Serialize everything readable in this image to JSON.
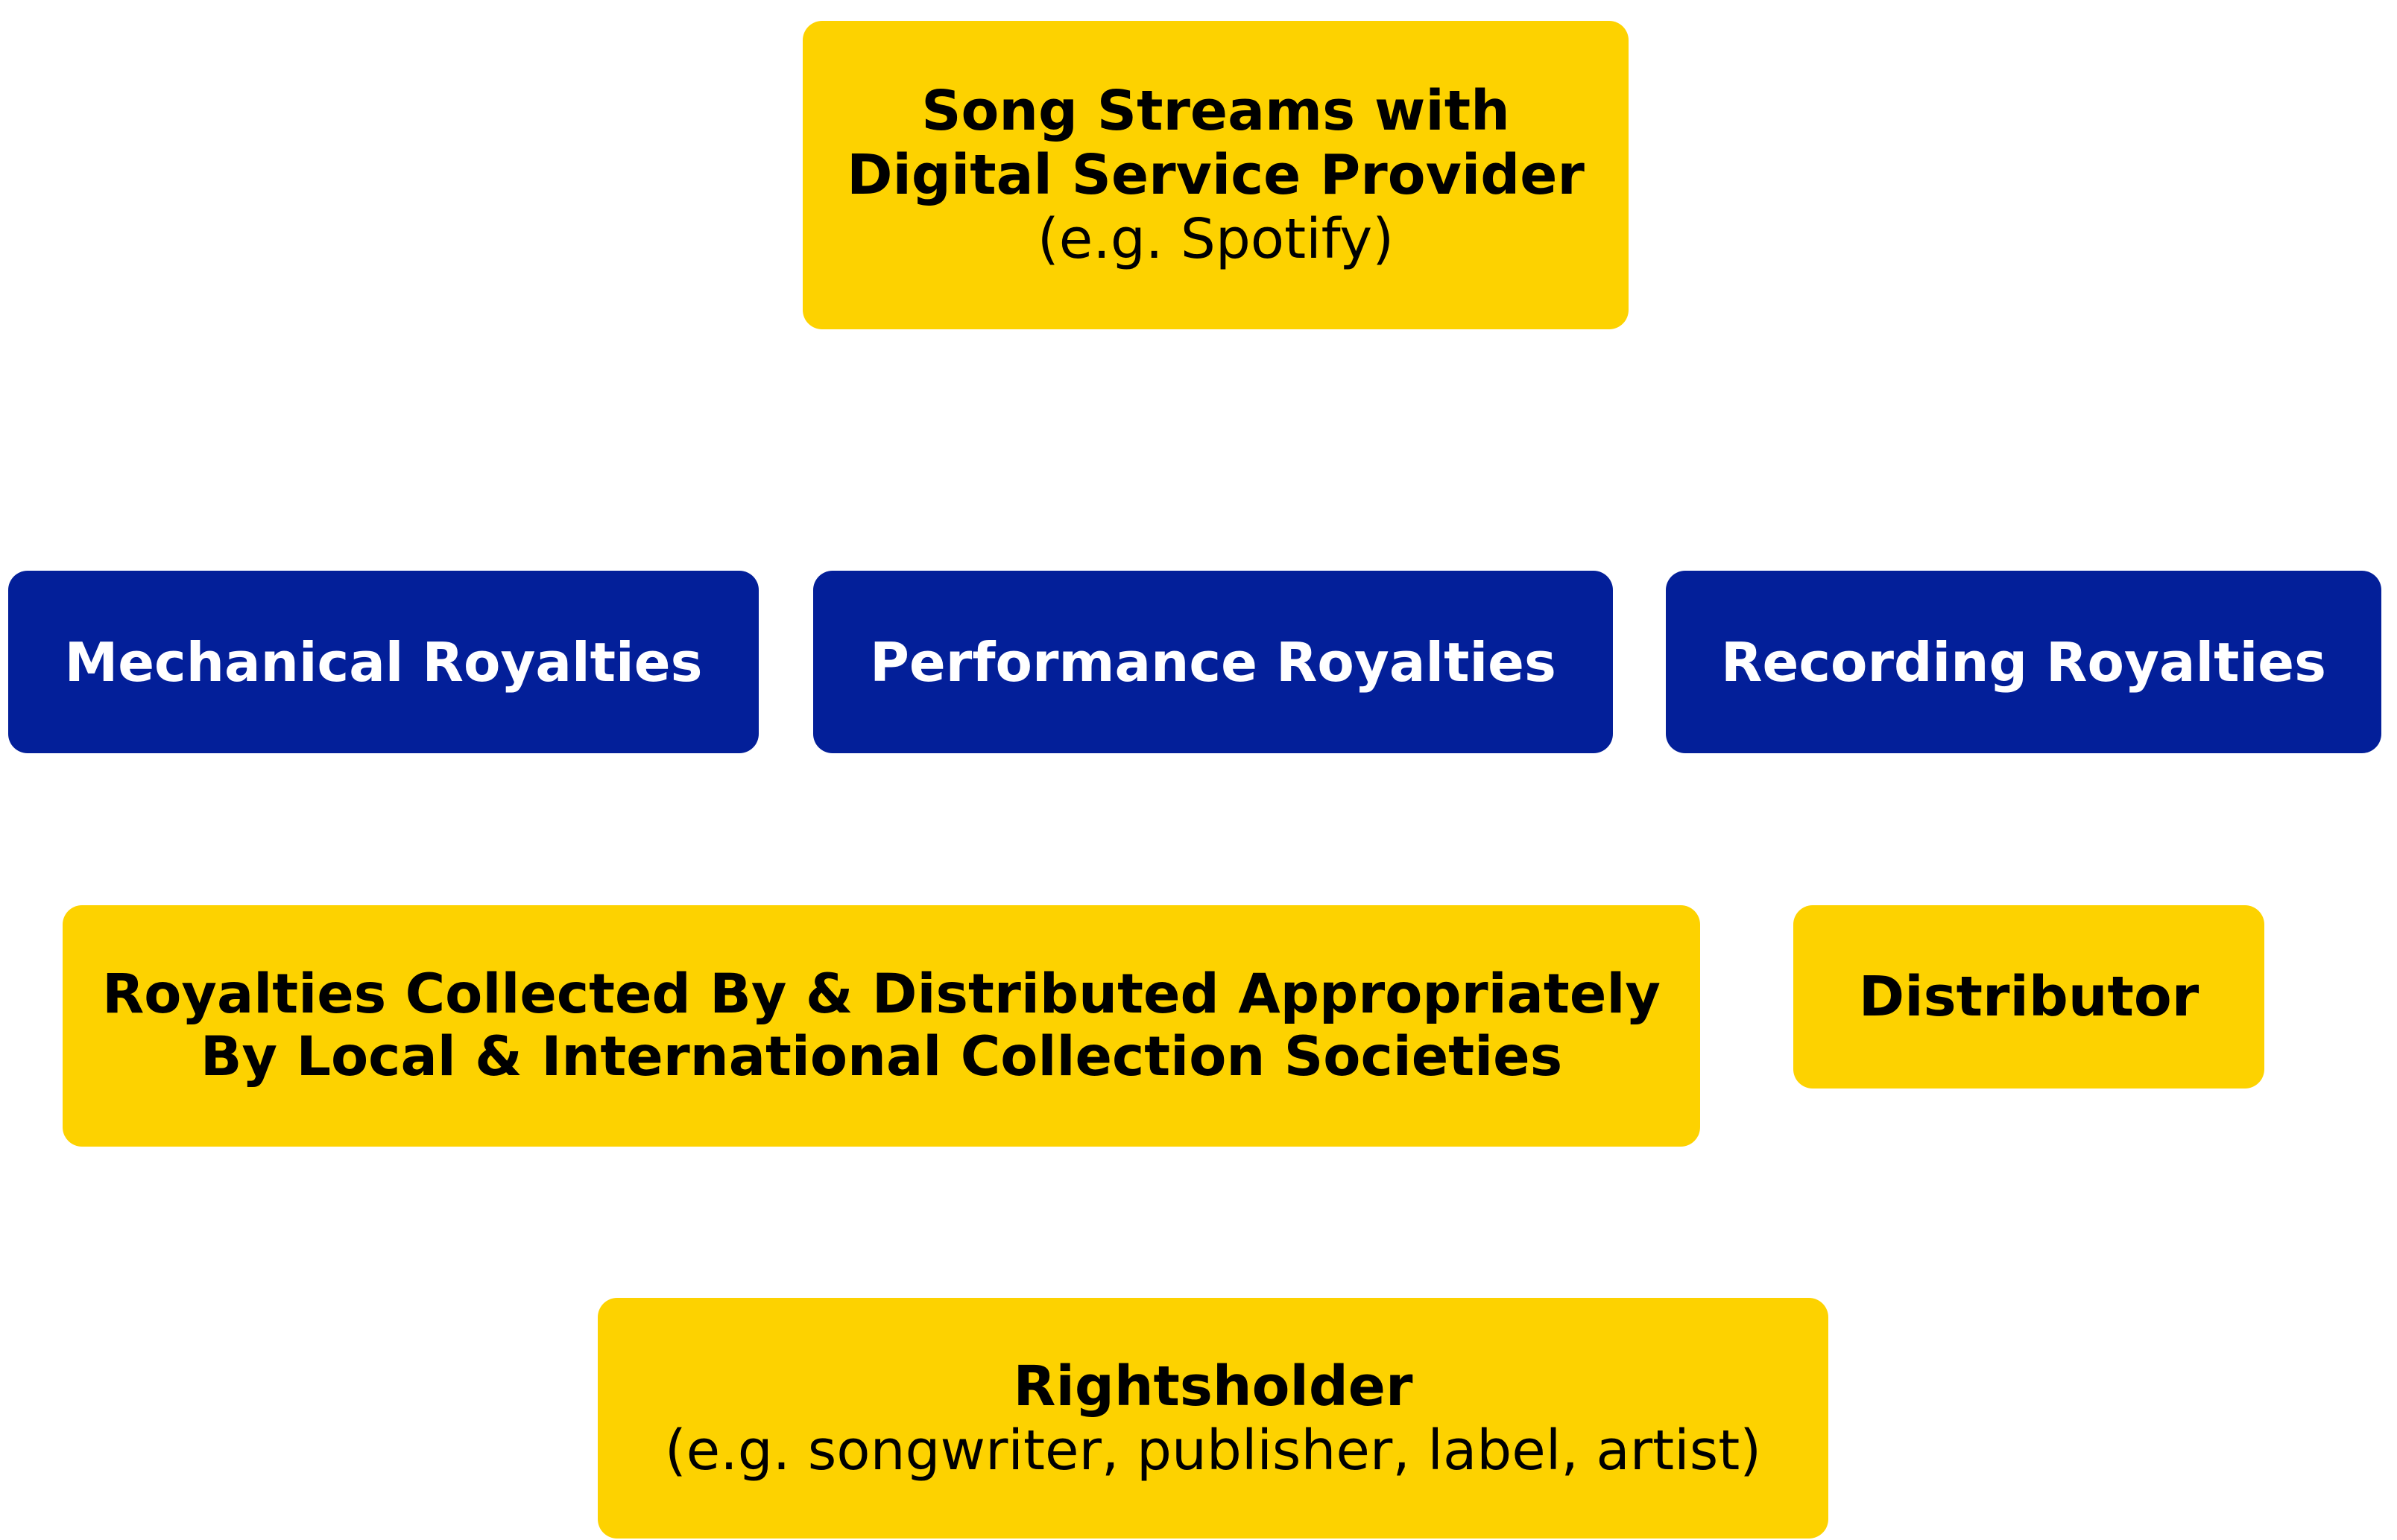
{
  "source": {
    "title_line1": "Song Streams with",
    "title_line2": "Digital Service Provider",
    "subtitle": "(e.g. Spotify)"
  },
  "royalty_types": {
    "mechanical": "Mechanical Royalties",
    "performance": "Performance Royalties",
    "recording": "Recording Royalties"
  },
  "collectors": {
    "societies_line1": "Royalties Collected By & Distributed Appropriately",
    "societies_line2": "By Local & International Collection Societies",
    "distributor": "Distributor"
  },
  "destination": {
    "title": "Rightsholder",
    "subtitle": "(e.g. songwriter, publisher, label, artist)"
  },
  "colors": {
    "yellow": "#FDD200",
    "navy": "#031F99",
    "background": "#FFFFFF"
  }
}
